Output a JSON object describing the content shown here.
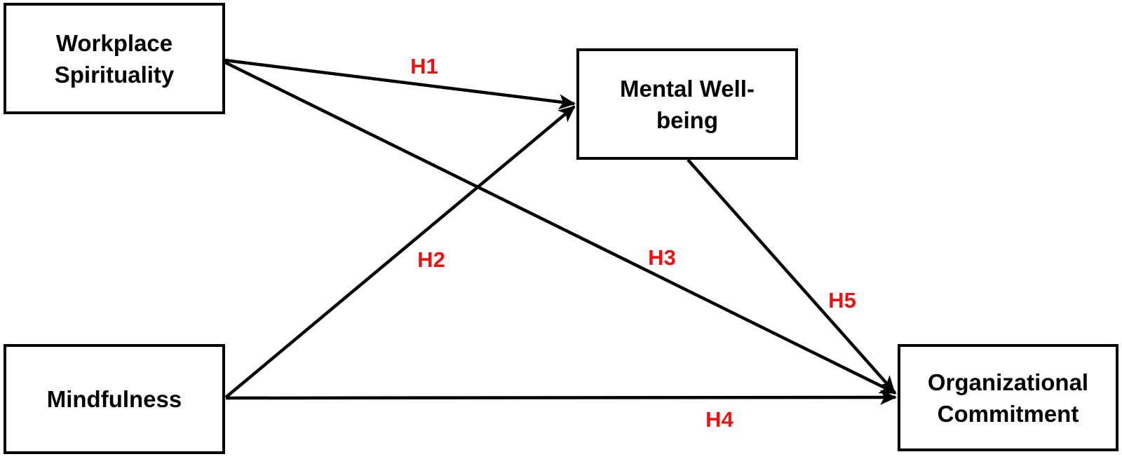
{
  "diagram": {
    "type": "path-model",
    "background_color": "#ffffff",
    "box_border_color": "#000000",
    "box_text_color": "#000000",
    "arrow_color": "#000000",
    "hypothesis_label_color": "#ee1111",
    "nodes": [
      {
        "id": "workplace-spirituality",
        "label": "Workplace Spirituality",
        "lines": [
          "Workplace",
          "Spirituality"
        ]
      },
      {
        "id": "mental-well-being",
        "label": "Mental Well-being",
        "lines": [
          "Mental Well-",
          "being"
        ]
      },
      {
        "id": "mindfulness",
        "label": "Mindfulness",
        "lines": [
          "Mindfulness"
        ]
      },
      {
        "id": "organizational-commitment",
        "label": "Organizational Commitment",
        "lines": [
          "Organizational",
          "Commitment"
        ]
      }
    ],
    "edges": [
      {
        "label": "H1",
        "from": "Workplace Spirituality",
        "to": "Mental Well-being"
      },
      {
        "label": "H2",
        "from": "Mindfulness",
        "to": "Mental Well-being"
      },
      {
        "label": "H3",
        "from": "Workplace Spirituality",
        "to": "Organizational Commitment"
      },
      {
        "label": "H4",
        "from": "Mindfulness",
        "to": "Organizational Commitment"
      },
      {
        "label": "H5",
        "from": "Mental Well-being",
        "to": "Organizational Commitment"
      }
    ]
  }
}
